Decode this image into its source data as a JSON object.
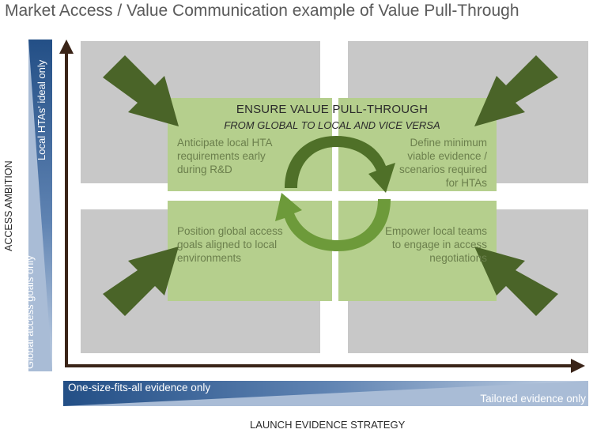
{
  "title": "Market Access / Value Communication example of Value Pull-Through",
  "y_axis": {
    "label": "ACCESS AMBITION",
    "band_top_label": "Local HTAs' ideal only",
    "band_bottom_label": "Global access goals only"
  },
  "x_axis": {
    "label": "LAUNCH EVIDENCE STRATEGY",
    "band_left_label": "One-size-fits-all evidence only",
    "band_right_label": "Tailored evidence only"
  },
  "center": {
    "heading": "ENSURE VALUE PULL-THROUGH",
    "subheading": "FROM GLOBAL TO LOCAL AND VICE VERSA"
  },
  "quadrants": {
    "top_left": "Anticipate local HTA requirements early during R&D",
    "top_right": "Define minimum viable evidence / scenarios required for HTAs",
    "bottom_left": "Position global access goals aligned to local environments",
    "bottom_right": "Empower local teams to engage in access negotiations"
  },
  "colors": {
    "dark_blue": "#2d5a91",
    "light_blue": "#a9bcd6",
    "grey_box": "#c8c8c8",
    "green_box": "#b5cf8d",
    "dark_green_arrow": "#4a6428",
    "cycle_green": "#6d9a3a",
    "axis": "#3a2418"
  }
}
